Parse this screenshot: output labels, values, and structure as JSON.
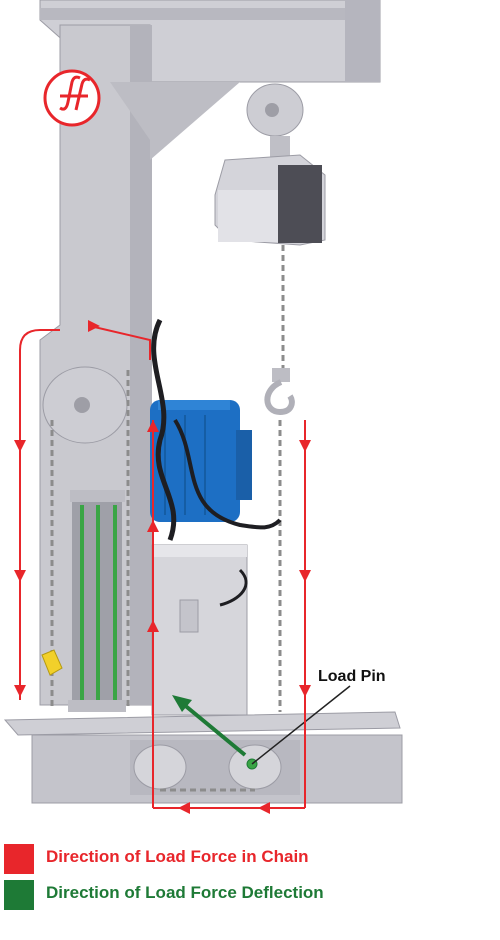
{
  "callout": {
    "load_pin": "Load Pin"
  },
  "legend": [
    {
      "text": "Direction of Load Force in Chain",
      "color": "#e8262b"
    },
    {
      "text": "Direction of Load Force Deflection",
      "color": "#1e7a36"
    }
  ],
  "colors": {
    "frame": "#c9c9cf",
    "frame_dark": "#a9a9b2",
    "motor": "#1d6fc4",
    "cylinder_stripe": "#3aa545",
    "chain": "#8c8c8c",
    "arrow_red": "#e8262b",
    "arrow_green": "#1e7a36",
    "logo_red": "#e8262b"
  },
  "icons": [
    "company-logo-icon"
  ]
}
